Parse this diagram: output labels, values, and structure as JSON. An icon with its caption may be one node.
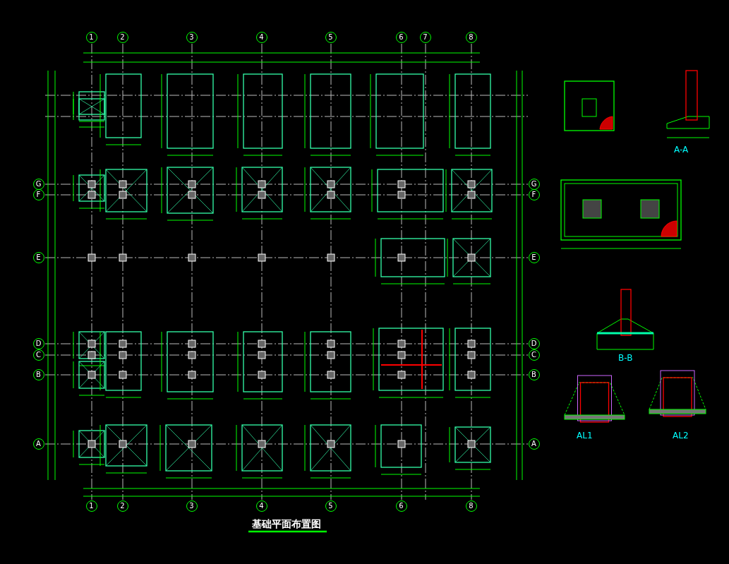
{
  "diagram": {
    "title": "基础平面布置图",
    "nodes": [
      {
        "text": [
          "1"
        ]
      },
      {
        "text": [
          "2"
        ]
      },
      {
        "text": [
          "3"
        ]
      },
      {
        "text": [
          "4"
        ]
      },
      {
        "text": [
          "5"
        ]
      },
      {
        "text": [
          "6"
        ]
      },
      {
        "text": [
          "7"
        ]
      },
      {
        "text": [
          "8"
        ]
      },
      {
        "text": [
          "G"
        ]
      },
      {
        "text": [
          "F"
        ]
      },
      {
        "text": [
          "E"
        ]
      },
      {
        "text": [
          "D"
        ]
      },
      {
        "text": [
          "C"
        ]
      },
      {
        "text": [
          "B"
        ]
      },
      {
        "text": [
          "A"
        ]
      },
      {
        "text": [
          "G"
        ]
      },
      {
        "text": [
          "F"
        ]
      },
      {
        "text": [
          "E"
        ]
      },
      {
        "text": [
          "D"
        ]
      },
      {
        "text": [
          "C"
        ]
      },
      {
        "text": [
          "B"
        ]
      },
      {
        "text": [
          "A"
        ]
      },
      {
        "text": [
          "1"
        ]
      },
      {
        "text": [
          "2"
        ]
      },
      {
        "text": [
          "3"
        ]
      },
      {
        "text": [
          "4"
        ]
      },
      {
        "text": [
          "5"
        ]
      },
      {
        "text": [
          "6"
        ]
      },
      {
        "text": [
          "8"
        ]
      }
    ],
    "labels": [
      "A-A",
      "B-B",
      "AL1",
      "AL2"
    ]
  }
}
